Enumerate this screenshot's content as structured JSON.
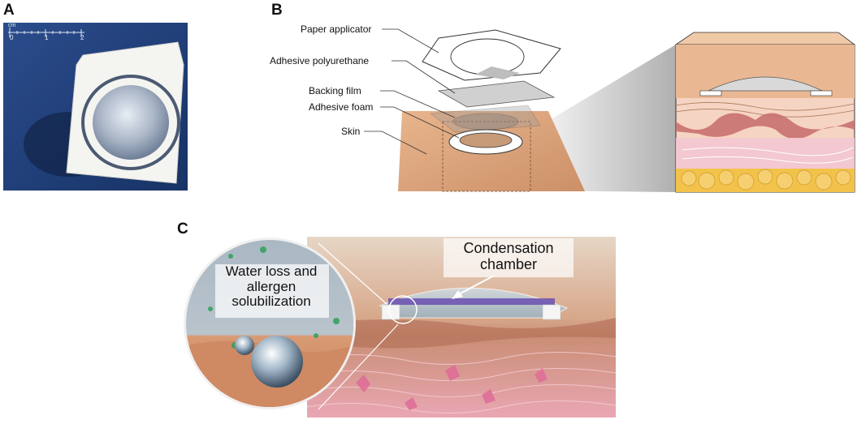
{
  "panels": {
    "a": {
      "letter": "A",
      "ruler": {
        "unit": "cm",
        "ticks": [
          "0",
          "1",
          "2"
        ]
      }
    },
    "b": {
      "letter": "B",
      "labels": [
        "Paper applicator",
        "Adhesive polyurethane",
        "Backing film",
        "Adhesive foam",
        "Skin"
      ]
    },
    "c": {
      "letter": "C",
      "chamber_label": "Condensation\nchamber",
      "inset_label": "Water loss and\nallergen\nsolubilization"
    }
  },
  "colors": {
    "photo_bg": "#1f3f78",
    "skin_tan": "#d9a47b",
    "dermis_pink": "#f3c6d2",
    "fat_yellow": "#f2c24a",
    "chamber_purple": "#6a4fb0"
  }
}
